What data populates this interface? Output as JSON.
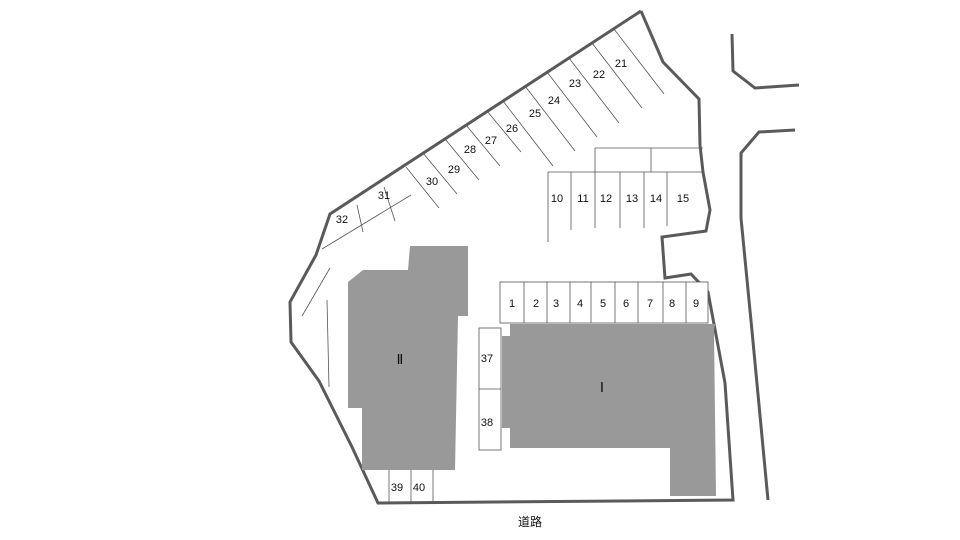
{
  "map": {
    "road_label": "道路",
    "colors": {
      "building": "#999999",
      "boundary": "#5a5a5a",
      "stall_line": "#555555",
      "background": "#ffffff"
    },
    "buildings": [
      {
        "id": "building-1",
        "label": "Ⅰ"
      },
      {
        "id": "building-2",
        "label": "Ⅱ"
      }
    ],
    "spaces": {
      "row_1_to_9": [
        "1",
        "2",
        "3",
        "4",
        "5",
        "6",
        "7",
        "8",
        "9"
      ],
      "row_10_to_15": [
        "10",
        "11",
        "12",
        "13",
        "14",
        "15"
      ],
      "diagonal_21_to_30": [
        "21",
        "22",
        "23",
        "24",
        "25",
        "26",
        "27",
        "28",
        "29",
        "30"
      ],
      "near_boundary": [
        "31",
        "32"
      ],
      "side_of_building_1": [
        "37",
        "38"
      ],
      "below_building_2": [
        "39",
        "40"
      ]
    }
  }
}
